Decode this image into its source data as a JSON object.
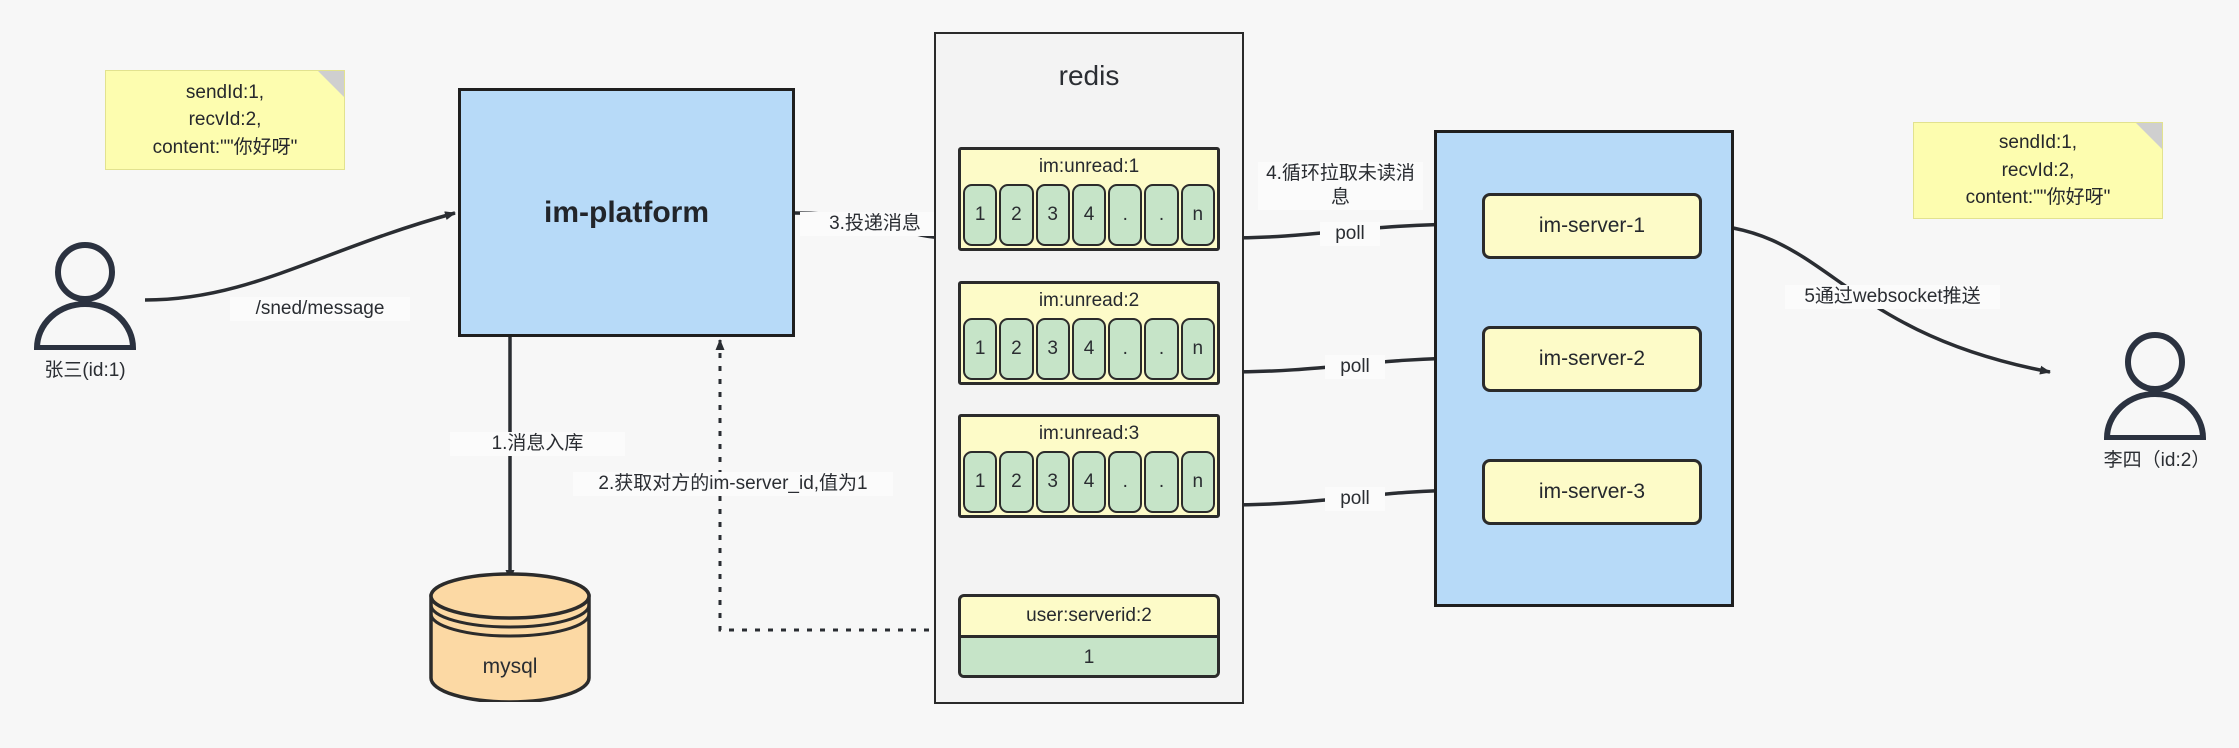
{
  "diagram": {
    "title": "IM message delivery architecture",
    "colors": {
      "background": "#f7f7f7",
      "note_fill": "#fdfdaf",
      "blue_fill": "#b7daf8",
      "yellow_fill": "#fdfbc8",
      "green_fill": "#c6e4c8",
      "orange_fill": "#fcd9a4",
      "stroke": "#2b2b2b"
    }
  },
  "notes": {
    "left": "sendId:1,\nrecvId:2,\ncontent:\"\"你好呀\"",
    "right": "sendId:1,\nrecvId:2,\ncontent:\"\"你好呀\""
  },
  "actors": {
    "sender": {
      "icon": "user-icon",
      "label": "张三(id:1)"
    },
    "receiver": {
      "icon": "user-icon",
      "label": "李四（id:2）"
    }
  },
  "platform": {
    "label": "im-platform"
  },
  "database": {
    "label": "mysql",
    "icon": "database-cylinder-icon"
  },
  "redis": {
    "title": "redis",
    "queues": [
      {
        "key": "im:unread:1",
        "cells": [
          "1",
          "2",
          "3",
          "4",
          ".",
          ".",
          "n"
        ]
      },
      {
        "key": "im:unread:2",
        "cells": [
          "1",
          "2",
          "3",
          "4",
          ".",
          ".",
          "n"
        ]
      },
      {
        "key": "im:unread:3",
        "cells": [
          "1",
          "2",
          "3",
          "4",
          ".",
          ".",
          "n"
        ]
      }
    ],
    "kv": {
      "key": "user:serverid:2",
      "value": "1"
    }
  },
  "servers": {
    "items": [
      {
        "label": "im-server-1"
      },
      {
        "label": "im-server-2"
      },
      {
        "label": "im-server-3"
      }
    ]
  },
  "edges": {
    "send_message": "/sned/message",
    "step1": "1.消息入库",
    "step2": "2.获取对方的im-server_id,值为1",
    "step3": "3.投递消息",
    "step4": "4.循环拉取未读消\n息",
    "step5": "5通过websocket推送",
    "poll1": "poll",
    "poll2": "poll",
    "poll3": "poll"
  }
}
